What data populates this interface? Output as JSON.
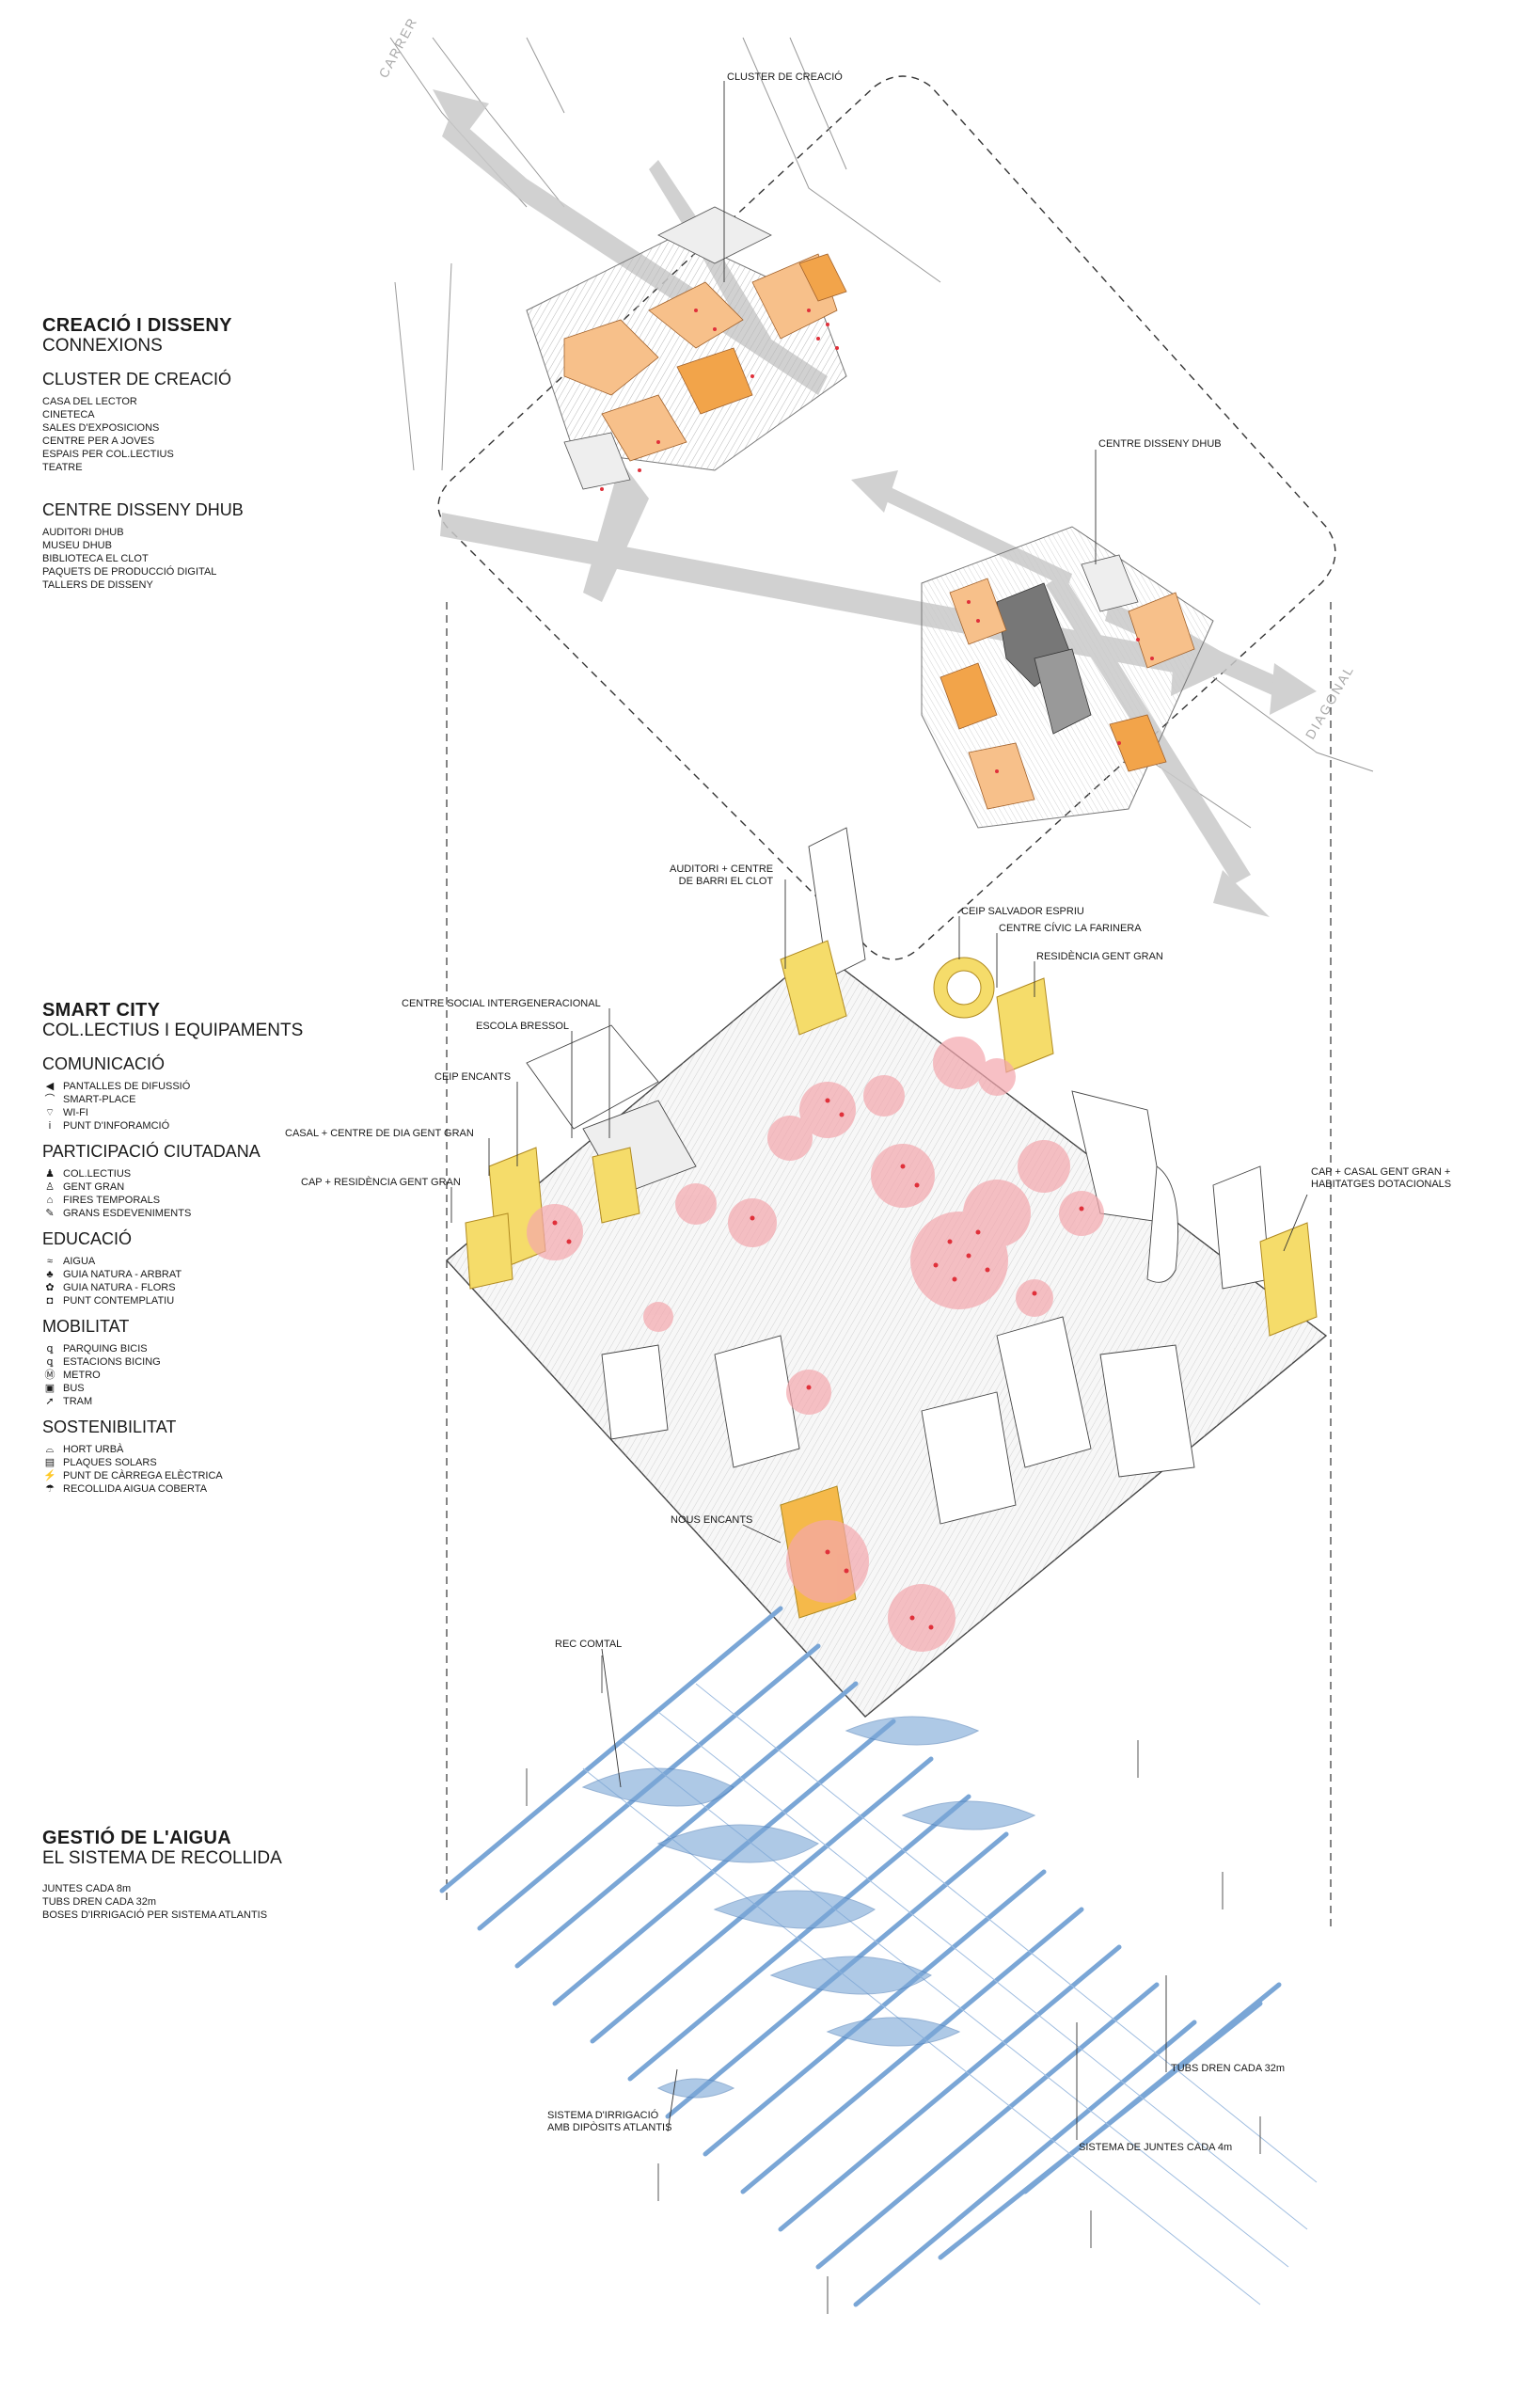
{
  "creacio": {
    "title": "CREACIÓ I DISSENY",
    "subtitle": "CONNEXIONS",
    "groups": [
      {
        "title": "CLUSTER DE CREACIÓ",
        "items": [
          "CASA DEL LECTOR",
          "CINETECA",
          "SALES D'EXPOSICIONS",
          "CENTRE PER A JOVES",
          "ESPAIS PER COL.LECTIUS",
          "TEATRE"
        ]
      },
      {
        "title": "CENTRE DISSENY DHUB",
        "items": [
          "AUDITORI DHUB",
          "MUSEU DHUB",
          "BIBLIOTECA EL CLOT",
          "PAQUETS DE PRODUCCIÓ DIGITAL",
          "TALLERS DE DISSENY"
        ]
      }
    ]
  },
  "smart": {
    "title": "SMART CITY",
    "subtitle": "COL.LECTIUS I EQUIPAMENTS",
    "groups": [
      {
        "title": "COMUNICACIÓ",
        "items": [
          {
            "icon": "speaker-icon",
            "glyph": "◀",
            "label": "PANTALLES DE DIFUSSIÓ"
          },
          {
            "icon": "smart-place-icon",
            "glyph": "⌒",
            "label": "SMART-PLACE"
          },
          {
            "icon": "wifi-icon",
            "glyph": "⌔",
            "label": "WI-FI"
          },
          {
            "icon": "info-point-icon",
            "glyph": "i",
            "label": "PUNT D'INFORAMCIÓ"
          }
        ]
      },
      {
        "title": "PARTICIPACIÓ CIUTADANA",
        "items": [
          {
            "icon": "group-icon",
            "glyph": "♟",
            "label": "COL.LECTIUS"
          },
          {
            "icon": "elderly-icon",
            "glyph": "♙",
            "label": "GENT GRAN"
          },
          {
            "icon": "market-icon",
            "glyph": "⌂",
            "label": "FIRES TEMPORALS"
          },
          {
            "icon": "event-icon",
            "glyph": "✎",
            "label": "GRANS ESDEVENIMENTS"
          }
        ]
      },
      {
        "title": "EDUCACIÓ",
        "items": [
          {
            "icon": "water-icon",
            "glyph": "≈",
            "label": "AIGUA"
          },
          {
            "icon": "tree-icon",
            "glyph": "♣",
            "label": "GUIA NATURA - ARBRAT"
          },
          {
            "icon": "flower-icon",
            "glyph": "✿",
            "label": "GUIA NATURA - FLORS"
          },
          {
            "icon": "camera-icon",
            "glyph": "◘",
            "label": "PUNT CONTEMPLATIU"
          }
        ]
      },
      {
        "title": "MOBILITAT",
        "items": [
          {
            "icon": "bike-parking-icon",
            "glyph": "ꝗ",
            "label": "PARQUING BICIS"
          },
          {
            "icon": "bike-station-icon",
            "glyph": "ꝗ",
            "label": "ESTACIONS BICING"
          },
          {
            "icon": "metro-icon",
            "glyph": "Ⓜ",
            "label": "METRO"
          },
          {
            "icon": "bus-icon",
            "glyph": "▣",
            "label": "BUS"
          },
          {
            "icon": "tram-icon",
            "glyph": "➚",
            "label": "TRAM"
          }
        ]
      },
      {
        "title": "SOSTENIBILITAT",
        "items": [
          {
            "icon": "garden-icon",
            "glyph": "⌓",
            "label": "HORT URBÀ"
          },
          {
            "icon": "solar-panel-icon",
            "glyph": "▤",
            "label": "PLAQUES SOLARS"
          },
          {
            "icon": "charging-icon",
            "glyph": "⚡",
            "label": "PUNT DE CÀRREGA ELÈCTRICA"
          },
          {
            "icon": "rain-collection-icon",
            "glyph": "☂",
            "label": "RECOLLIDA AIGUA COBERTA"
          }
        ]
      }
    ]
  },
  "aigua": {
    "title": "GESTIÓ DE L'AIGUA",
    "subtitle": "EL SISTEMA DE RECOLLIDA",
    "items": [
      "JUNTES CADA 8m",
      "TUBS DREN CADA 32m",
      "BOSES D'IRRIGACIÓ PER SISTEMA ATLANTIS"
    ]
  },
  "labels": {
    "cluster": "CLUSTER DE CREACIÓ",
    "dhub": "CENTRE DISSENY DHUB",
    "auditori_1": "AUDITORI + CENTRE",
    "auditori_2": "DE BARRI EL CLOT",
    "ceip_salvador": "CEIP SALVADOR ESPRIU",
    "farinera": "CENTRE CÍVIC LA FARINERA",
    "residencia": "RESIDÈNCIA GENT GRAN",
    "social": "CENTRE SOCIAL INTERGENERACIONAL",
    "bressol": "ESCOLA BRESSOL",
    "ceip_encants": "CEIP ENCANTS",
    "casal": "CASAL + CENTRE DE DIA GENT GRAN",
    "cap_res": "CAP + RESIDÈNCIA GENT GRAN",
    "cap_casal_1": "CAP + CASAL GENT GRAN +",
    "cap_casal_2": "HABITATGES DOTACIONALS",
    "nous_encants": "NOUS ENCANTS",
    "rec_comtal": "REC COMTAL",
    "tubs": "TUBS DREN CADA 32m",
    "irrigacio_1": "SISTEMA D'IRRIGACIÓ",
    "irrigacio_2": "AMB DIPÒSITS ATLANTIS",
    "juntes": "SISTEMA DE JUNTES CADA 4m",
    "street_1": "CARRER",
    "street_2": "DIAGONAL"
  },
  "colors": {
    "orange": "#f2a44a",
    "yellow": "#f5dc6a",
    "pink": "#f4a6ad",
    "red": "#e0303a",
    "blue": "#7aa6d6",
    "blue_dark": "#4f7fb8",
    "line": "#555555"
  }
}
